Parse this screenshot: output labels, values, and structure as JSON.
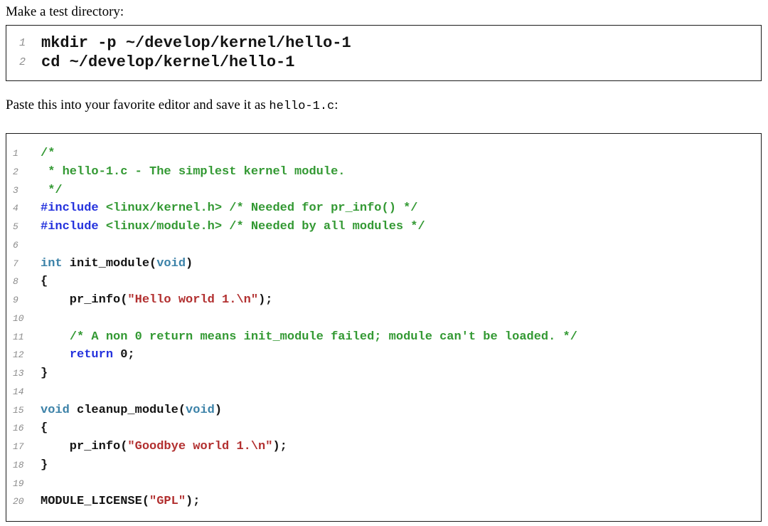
{
  "page": {
    "para1": "Make a test directory:",
    "para2_prefix": "Paste this into your favorite editor and save it as ",
    "para2_code": "hello-1.c",
    "para2_suffix": ":"
  },
  "colors": {
    "code": "#141414",
    "keyword": "#2432dd",
    "type": "#3c82a8",
    "comment": "#339933",
    "string": "#b23030",
    "line_number": "#8c8c8c",
    "border": "#1a1a1a",
    "background": "#ffffff"
  },
  "shell_block": {
    "language": "shell",
    "lines": [
      {
        "num": "1",
        "tokens": [
          {
            "t": "mkdir -p ~/develop/kernel/hello-1",
            "c": "code"
          }
        ]
      },
      {
        "num": "2",
        "tokens": [
          {
            "t": "cd ~/develop/kernel/hello-1",
            "c": "code"
          }
        ]
      }
    ]
  },
  "c_block": {
    "language": "c",
    "filename": "hello-1.c",
    "lines": [
      {
        "num": "1",
        "tokens": [
          {
            "t": "/*",
            "c": "comment"
          }
        ]
      },
      {
        "num": "2",
        "tokens": [
          {
            "t": " * hello-1.c - The simplest kernel module.",
            "c": "comment"
          }
        ]
      },
      {
        "num": "3",
        "tokens": [
          {
            "t": " */",
            "c": "comment"
          }
        ]
      },
      {
        "num": "4",
        "tokens": [
          {
            "t": "#include",
            "c": "keyword"
          },
          {
            "t": " <linux/kernel.h> /* Needed for pr_info() */",
            "c": "comment"
          }
        ]
      },
      {
        "num": "5",
        "tokens": [
          {
            "t": "#include",
            "c": "keyword"
          },
          {
            "t": " <linux/module.h> /* Needed by all modules */",
            "c": "comment"
          }
        ]
      },
      {
        "num": "6",
        "tokens": []
      },
      {
        "num": "7",
        "tokens": [
          {
            "t": "int",
            "c": "type"
          },
          {
            "t": " init_module(",
            "c": "code"
          },
          {
            "t": "void",
            "c": "type"
          },
          {
            "t": ")",
            "c": "code"
          }
        ]
      },
      {
        "num": "8",
        "tokens": [
          {
            "t": "{",
            "c": "code"
          }
        ]
      },
      {
        "num": "9",
        "tokens": [
          {
            "t": "    pr_info(",
            "c": "code"
          },
          {
            "t": "\"Hello world 1.\\n\"",
            "c": "string"
          },
          {
            "t": ");",
            "c": "code"
          }
        ]
      },
      {
        "num": "10",
        "tokens": []
      },
      {
        "num": "11",
        "tokens": [
          {
            "t": "    ",
            "c": "code"
          },
          {
            "t": "/* A non 0 return means init_module failed; module can't be loaded. */",
            "c": "comment"
          }
        ]
      },
      {
        "num": "12",
        "tokens": [
          {
            "t": "    ",
            "c": "code"
          },
          {
            "t": "return",
            "c": "keyword"
          },
          {
            "t": " 0;",
            "c": "code"
          }
        ]
      },
      {
        "num": "13",
        "tokens": [
          {
            "t": "}",
            "c": "code"
          }
        ]
      },
      {
        "num": "14",
        "tokens": []
      },
      {
        "num": "15",
        "tokens": [
          {
            "t": "void",
            "c": "type"
          },
          {
            "t": " cleanup_module(",
            "c": "code"
          },
          {
            "t": "void",
            "c": "type"
          },
          {
            "t": ")",
            "c": "code"
          }
        ]
      },
      {
        "num": "16",
        "tokens": [
          {
            "t": "{",
            "c": "code"
          }
        ]
      },
      {
        "num": "17",
        "tokens": [
          {
            "t": "    pr_info(",
            "c": "code"
          },
          {
            "t": "\"Goodbye world 1.\\n\"",
            "c": "string"
          },
          {
            "t": ");",
            "c": "code"
          }
        ]
      },
      {
        "num": "18",
        "tokens": [
          {
            "t": "}",
            "c": "code"
          }
        ]
      },
      {
        "num": "19",
        "tokens": []
      },
      {
        "num": "20",
        "tokens": [
          {
            "t": "MODULE_LICENSE(",
            "c": "code"
          },
          {
            "t": "\"GPL\"",
            "c": "string"
          },
          {
            "t": ");",
            "c": "code"
          }
        ]
      }
    ]
  }
}
